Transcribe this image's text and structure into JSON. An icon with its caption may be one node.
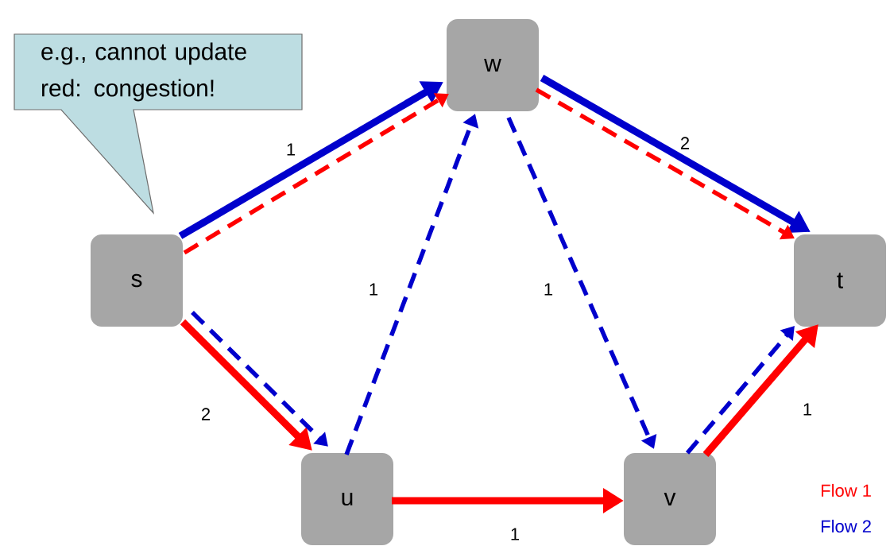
{
  "diagram": {
    "nodes": [
      {
        "text": [
          "e.g., cannot update red: congestion!"
        ]
      },
      {
        "text": [
          "w"
        ]
      },
      {
        "text": [
          "s"
        ]
      },
      {
        "text": [
          "t"
        ]
      },
      {
        "text": [
          "u"
        ]
      },
      {
        "text": [
          "v"
        ]
      }
    ],
    "edges": [
      {
        "from": 2,
        "to": 1,
        "arrow": "to",
        "label": "1"
      },
      {
        "from": 2,
        "to": 1,
        "arrow": "to",
        "style": "dashed",
        "color": "#ff0000"
      },
      {
        "from": 1,
        "to": 3,
        "arrow": "to",
        "label": "2"
      },
      {
        "from": 1,
        "to": 3,
        "arrow": "to",
        "style": "dashed",
        "color": "#ff0000"
      },
      {
        "from": 2,
        "to": 4,
        "arrow": "to",
        "color": "#ff0000",
        "label": "2"
      },
      {
        "from": 2,
        "to": 4,
        "arrow": "to",
        "style": "dashed"
      },
      {
        "from": 4,
        "to": 1,
        "arrow": "to",
        "style": "dashed",
        "label": "1"
      },
      {
        "from": 1,
        "to": 5,
        "arrow": "to",
        "style": "dashed",
        "label": "1"
      },
      {
        "from": 4,
        "to": 5,
        "arrow": "to",
        "color": "#ff0000",
        "label": "1"
      },
      {
        "from": 5,
        "to": 3,
        "arrow": "to",
        "color": "#ff0000",
        "label": "1"
      },
      {
        "from": 5,
        "to": 3,
        "arrow": "to",
        "style": "dashed"
      }
    ],
    "labels": [
      "Flow 1",
      "Flow 2"
    ]
  }
}
